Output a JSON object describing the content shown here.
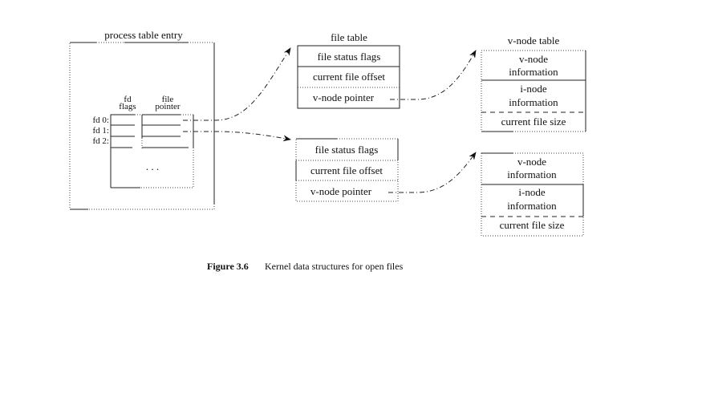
{
  "process_table": {
    "title": "process table entry",
    "col_fd_flags": [
      "fd",
      "flags"
    ],
    "col_file_pointer": [
      "file",
      "pointer"
    ],
    "rows": [
      "fd 0:",
      "fd 1:",
      "fd 2:"
    ],
    "ellipsis": ". . ."
  },
  "file_tables": [
    {
      "title": "file table",
      "fields": [
        "file status flags",
        "current file offset",
        "v-node pointer"
      ]
    },
    {
      "title": "",
      "fields": [
        "file status flags",
        "current file offset",
        "v-node pointer"
      ]
    }
  ],
  "vnode_tables": [
    {
      "title": "v-node table",
      "fields": [
        [
          "v-node",
          "information"
        ],
        [
          "i-node",
          "information"
        ],
        [
          "current file size"
        ]
      ]
    },
    {
      "title": "",
      "fields": [
        [
          "v-node",
          "information"
        ],
        [
          "i-node",
          "information"
        ],
        [
          "current file size"
        ]
      ]
    }
  ],
  "caption": {
    "number": "Figure 3.6",
    "text": "Kernel data structures for open files"
  }
}
